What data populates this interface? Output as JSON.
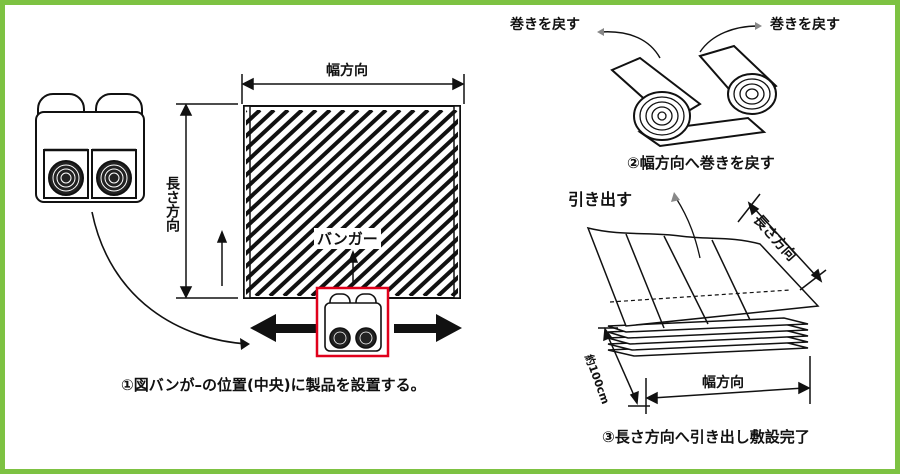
{
  "border_color": "#7dc242",
  "highlight_color": "#e0001b",
  "labels": {
    "width_direction": "幅方向",
    "length_direction": "長さ方向",
    "hanger": "バンガー",
    "step1": "①図バンが–の位置(中央)に製品を設置する。",
    "rewind_left": "巻きを戻す",
    "rewind_right": "巻きを戻す",
    "step2": "②幅方向へ巻きを戻す",
    "pull_out": "引き出す",
    "length_direction_2": "長さ方向",
    "approx_100cm": "約100cm",
    "width_direction_2": "幅方向",
    "step3": "③長さ方向へ引き出し敷設完了"
  }
}
